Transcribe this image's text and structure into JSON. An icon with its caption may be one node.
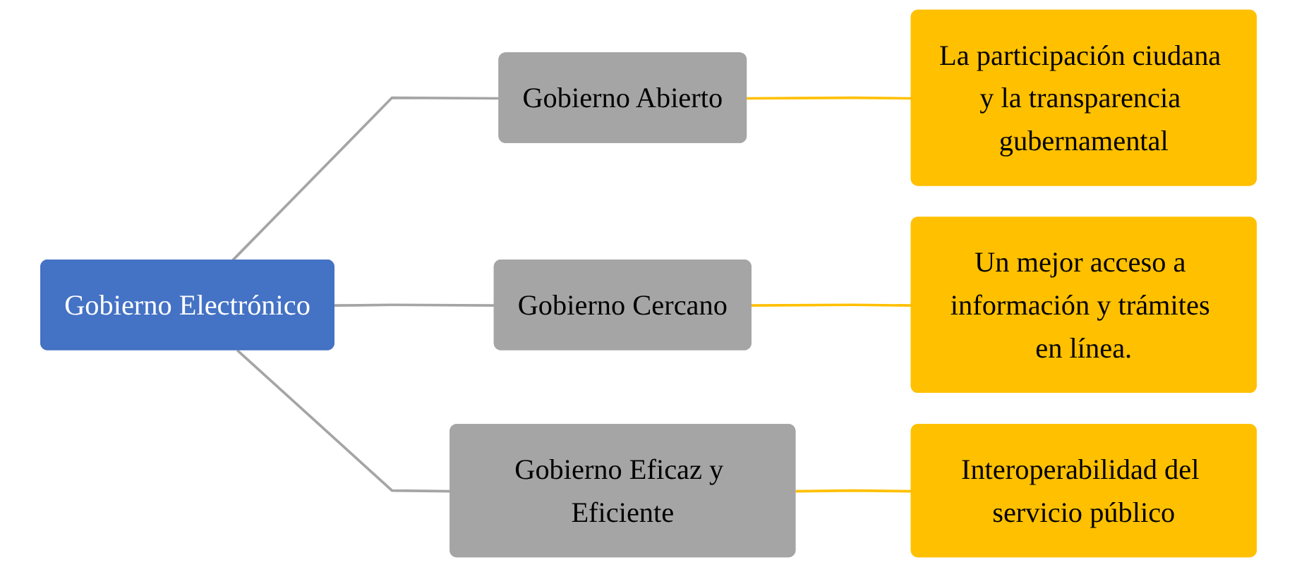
{
  "diagram": {
    "nodes": [
      {
        "text": [
          "Gobierno Electrónico"
        ]
      },
      {
        "text": [
          "Gobierno Abierto"
        ]
      },
      {
        "text": [
          "Gobierno Cercano"
        ]
      },
      {
        "text": [
          "Gobierno Eficaz y Eficiente"
        ]
      },
      {
        "text": [
          "La participación ciudana y la transparencia gubernamental"
        ]
      },
      {
        "text": [
          "Un mejor acceso a información y trámites en línea."
        ]
      },
      {
        "text": [
          "Interoperabilidad del servicio público"
        ]
      }
    ],
    "edges": [
      {
        "from": 0,
        "to": 1,
        "arrow": "none",
        "color": "#a5a5a5"
      },
      {
        "from": 0,
        "to": 2,
        "arrow": "none",
        "color": "#a5a5a5"
      },
      {
        "from": 0,
        "to": 3,
        "arrow": "none",
        "color": "#a5a5a5"
      },
      {
        "from": 1,
        "to": 4,
        "arrow": "none",
        "color": "#ffc000"
      },
      {
        "from": 2,
        "to": 5,
        "arrow": "none",
        "color": "#ffc000"
      },
      {
        "from": 3,
        "to": 6,
        "arrow": "none",
        "color": "#ffc000"
      }
    ]
  }
}
